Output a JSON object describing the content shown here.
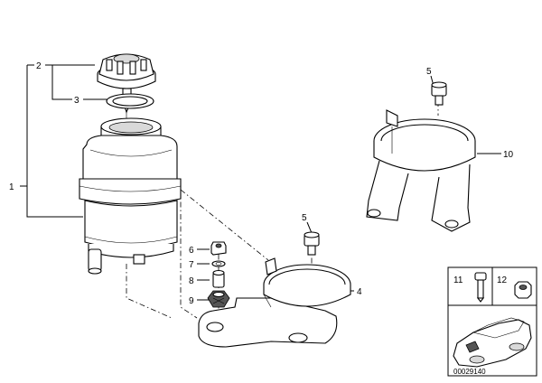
{
  "callouts": {
    "c1": "1",
    "c2": "2",
    "c3": "3",
    "c4": "4",
    "c5a": "5",
    "c5b": "5",
    "c6": "6",
    "c7": "7",
    "c8": "8",
    "c9": "9",
    "c10": "10",
    "c11": "11",
    "c12": "12"
  },
  "diagram_id": "00029140"
}
